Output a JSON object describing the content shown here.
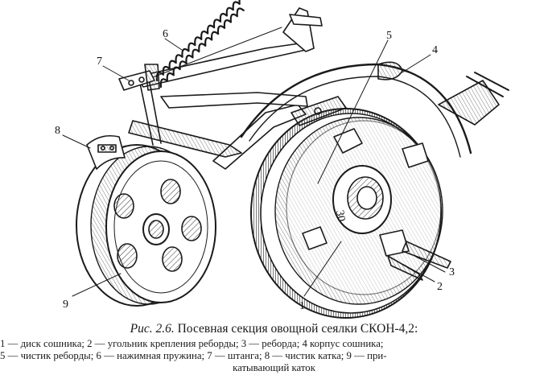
{
  "figure": {
    "fig_label": "Рис. 2.6.",
    "title": "Посевная секция овощной сеялки СКОН-4,2:",
    "legend_lines": [
      "1 — диск сошника; 2 — угольник крепления реборды; 3 — реборда; 4 корпус сошника;",
      "5 — чистик реборды; 6 — нажимная пружина; 7 — штанга; 8 — чистик катка; 9 — при-",
      "катывающий каток"
    ]
  },
  "callouts": [
    "1",
    "2",
    "3",
    "4",
    "5",
    "6",
    "7",
    "8",
    "9"
  ],
  "engraving": [
    "30"
  ],
  "colors": {
    "ink": "#1a1a1a",
    "paper": "#ffffff"
  }
}
